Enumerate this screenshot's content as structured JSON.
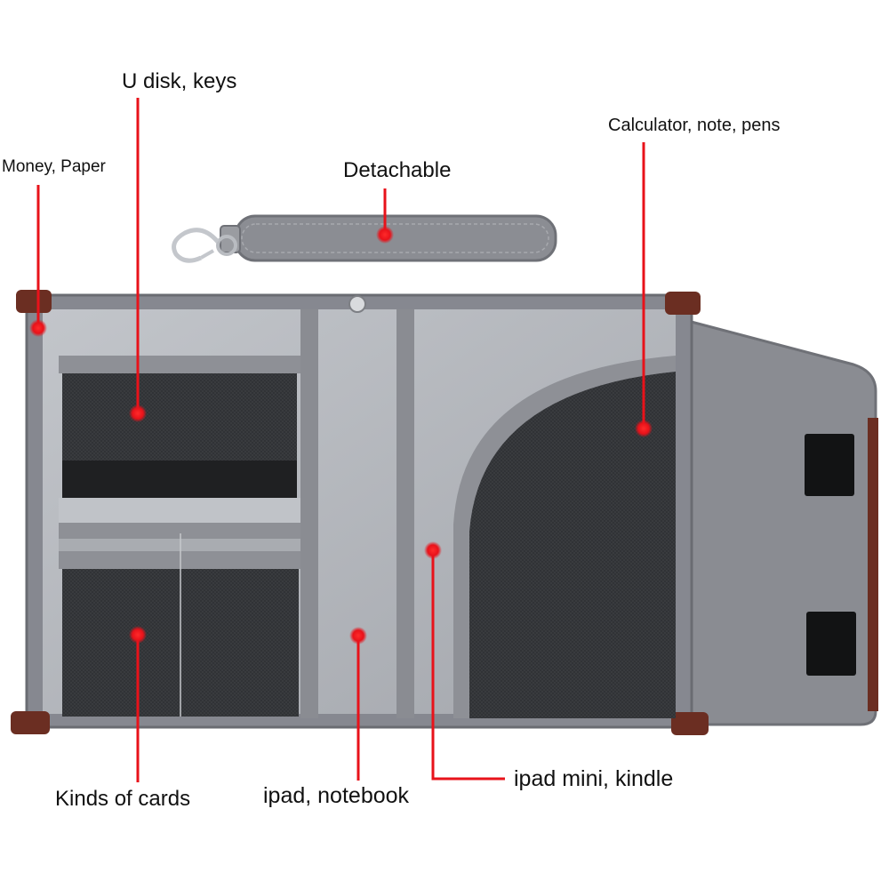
{
  "labels": {
    "usb_keys": "U disk, keys",
    "money_paper": "Money, Paper",
    "detachable": "Detachable",
    "calculator": "Calculator, note, pens",
    "cards": "Kinds of cards",
    "ipad_notebook": "ipad, notebook",
    "ipad_mini_kindle": "ipad mini, kindle"
  },
  "colors": {
    "fabric": "#8b8d93",
    "fabric_dark": "#6f7177",
    "lining": "#b5b8bd",
    "mesh": "#2e3033",
    "leather": "#6b2e22",
    "indicator": "#e8121a"
  }
}
